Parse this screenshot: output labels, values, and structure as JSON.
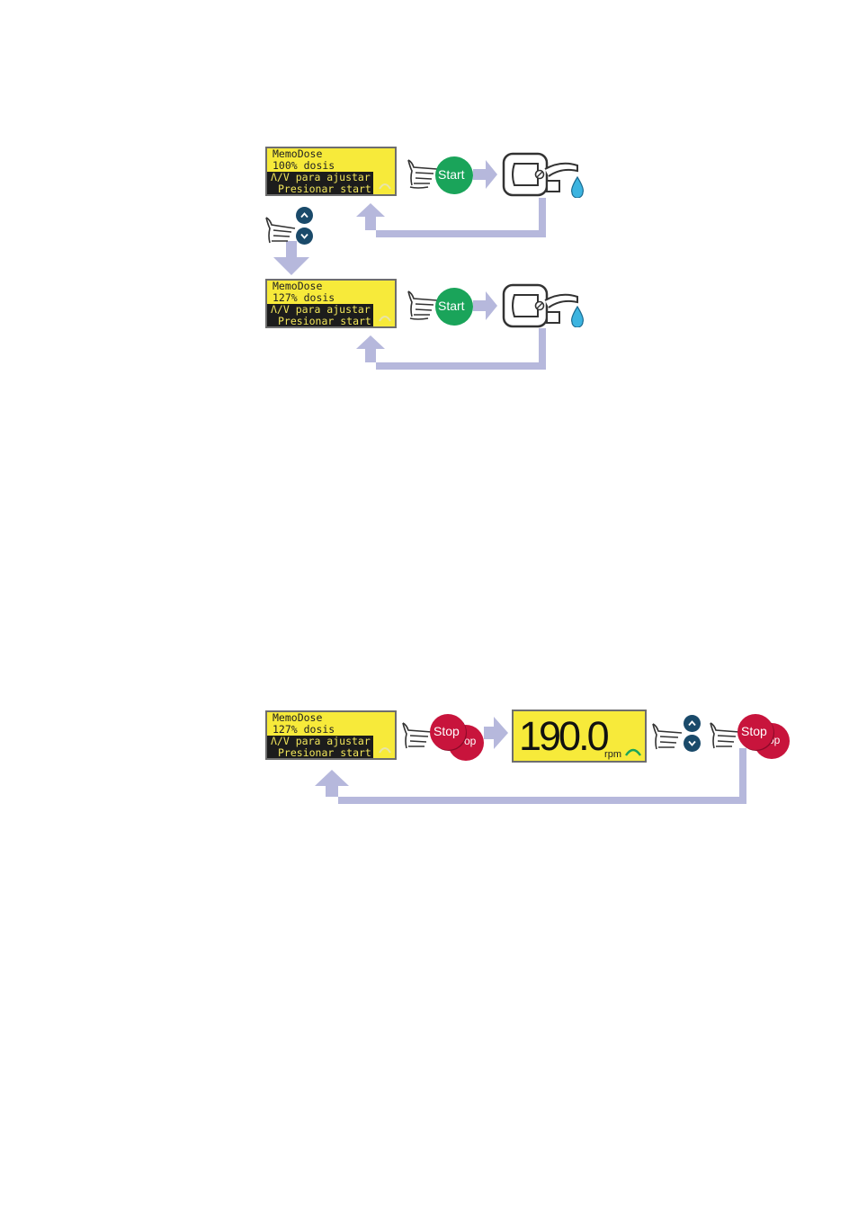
{
  "panel_top": {
    "line1": "MemoDose",
    "line2": "100% dosis",
    "line3": "Λ/V para ajustar",
    "line4": "Presionar start"
  },
  "panel_mid": {
    "line1": "MemoDose",
    "line2": "127% dosis",
    "line3": "Λ/V para ajustar",
    "line4": "Presionar start"
  },
  "panel_bot": {
    "line1": "MemoDose",
    "line2": "127% dosis",
    "line3": "Λ/V para ajustar",
    "line4": "Presionar start"
  },
  "start_label": "Start",
  "stop_label": "Stop",
  "stop_back_label": "op",
  "speed_display": {
    "value": "190.0",
    "unit": "rpm"
  },
  "colors": {
    "lcd": "#f7ea3a",
    "arrow": "#b6b8dc",
    "start": "#1aa45a",
    "stop": "#c8143c",
    "updown": "#1a4a6a",
    "drop": "#3cb4e0"
  }
}
